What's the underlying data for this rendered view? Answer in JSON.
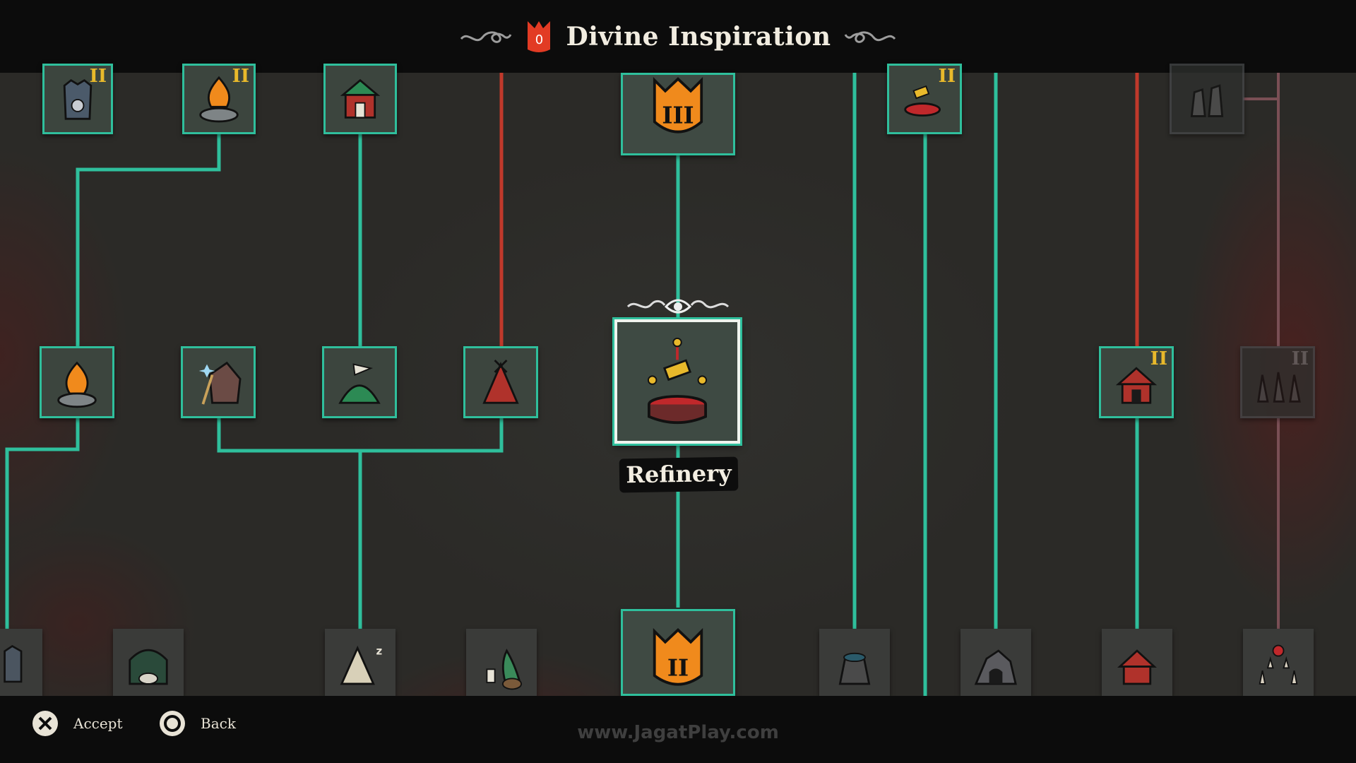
{
  "header": {
    "title": "Divine Inspiration",
    "currency_count": "0",
    "currency_icon": "red-crown-icon"
  },
  "selected_node": {
    "label": "Refinery",
    "icon": "refinery-icon"
  },
  "nodes": [
    {
      "id": "top-shrine",
      "icon": "shrine-icon",
      "tier": "II",
      "state": "unlocked"
    },
    {
      "id": "top-campfire",
      "icon": "campfire-icon",
      "tier": "II",
      "state": "unlocked"
    },
    {
      "id": "top-sleep-house",
      "icon": "sleep-house-icon",
      "tier": "",
      "state": "unlocked"
    },
    {
      "id": "top-crown",
      "icon": "crown-icon",
      "tier": "III",
      "state": "unlocked"
    },
    {
      "id": "top-refinery",
      "icon": "refinery-icon",
      "tier": "II",
      "state": "unlocked"
    },
    {
      "id": "top-dim-statues",
      "icon": "statues-icon",
      "tier": "",
      "state": "dim"
    },
    {
      "id": "mid-campfire",
      "icon": "campfire-icon",
      "tier": "",
      "state": "unlocked"
    },
    {
      "id": "mid-janitor-hut",
      "icon": "janitor-hut-icon",
      "tier": "",
      "state": "unlocked"
    },
    {
      "id": "mid-healing-bay",
      "icon": "healing-bay-icon",
      "tier": "",
      "state": "unlocked"
    },
    {
      "id": "mid-outhouse",
      "icon": "outhouse-icon",
      "tier": "",
      "state": "unlocked"
    },
    {
      "id": "mid-refinery",
      "icon": "refinery-icon",
      "tier": "",
      "state": "selected"
    },
    {
      "id": "mid-temple",
      "icon": "temple-icon",
      "tier": "II",
      "state": "unlocked"
    },
    {
      "id": "mid-dim-graves",
      "icon": "graves-icon",
      "tier": "II",
      "state": "dim"
    },
    {
      "id": "bot-shrine",
      "icon": "shrine-icon",
      "tier": "",
      "state": "locked"
    },
    {
      "id": "bot-mausoleum",
      "icon": "mausoleum-icon",
      "tier": "",
      "state": "locked"
    },
    {
      "id": "bot-tent",
      "icon": "tent-icon",
      "tier": "",
      "state": "locked"
    },
    {
      "id": "bot-farm",
      "icon": "farm-plot-icon",
      "tier": "",
      "state": "locked"
    },
    {
      "id": "bot-crown",
      "icon": "crown-icon",
      "tier": "II",
      "state": "unlocked"
    },
    {
      "id": "bot-well",
      "icon": "well-icon",
      "tier": "",
      "state": "locked"
    },
    {
      "id": "bot-mine",
      "icon": "mine-icon",
      "tier": "",
      "state": "locked"
    },
    {
      "id": "bot-temple",
      "icon": "temple-icon",
      "tier": "",
      "state": "locked"
    },
    {
      "id": "bot-ritual",
      "icon": "ritual-circle-icon",
      "tier": "",
      "state": "locked"
    }
  ],
  "footer": {
    "accept_label": "Accept",
    "accept_icon": "cross-button-icon",
    "back_label": "Back",
    "back_icon": "circle-button-icon",
    "watermark": "www.JagatPlay.com"
  },
  "colors": {
    "connection": "#2fbf9c",
    "locked_connection": "#c0392b",
    "tier_numeral": "#e8b92b",
    "currency": "#e23b24"
  }
}
